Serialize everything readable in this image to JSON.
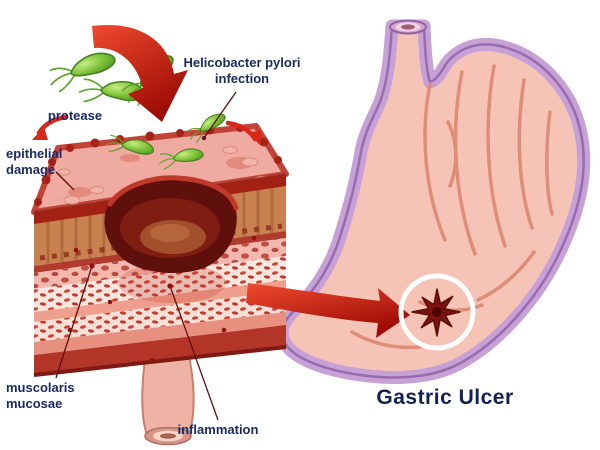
{
  "title": "Gastric Ulcer",
  "labels": {
    "protease": "protease",
    "epithelial_damage": "epithelial damage",
    "helicobacter": "Helicobacter pylori infection",
    "muscolaris_mucosae": "muscolaris mucosae",
    "inflammation": "inflammation"
  },
  "colors": {
    "label_text": "#1b2a63",
    "title_text": "#14204f",
    "arrow_red": "#d7281a",
    "bacteria_green": "#76c13a",
    "stomach_wall": "#c7a0d6",
    "stomach_lining": "#f5c4b6",
    "rugae": "#e08d77",
    "ulcer_star": "#7c120e",
    "crater_dark": "#5f100c",
    "mucosa_tan": "#c9824f",
    "epithelium_red": "#a32015",
    "background": "#ffffff"
  }
}
